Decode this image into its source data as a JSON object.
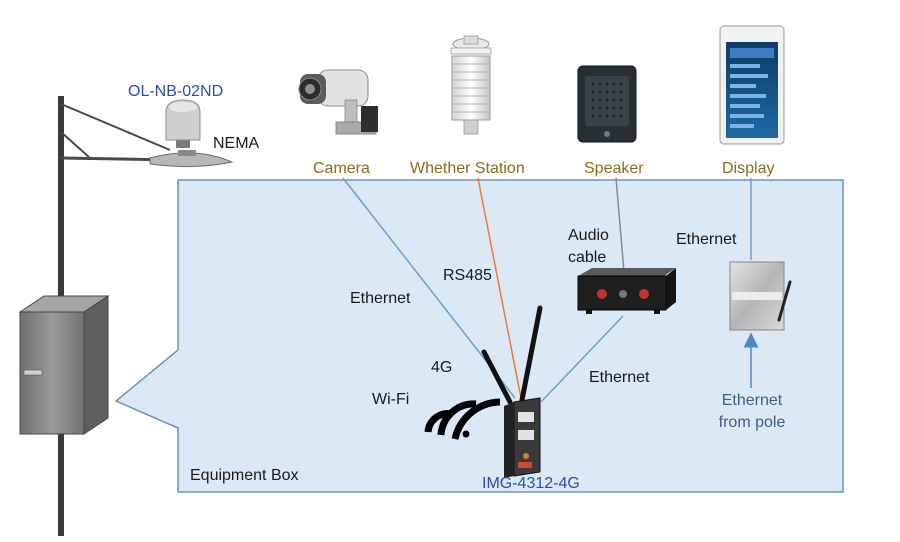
{
  "labels": {
    "model": "OL-NB-02ND",
    "nema": "NEMA",
    "camera": "Camera",
    "weather": "Whether Station",
    "speaker": "Speaker",
    "display": "Display",
    "audio_cable_1": "Audio",
    "audio_cable_2": "cable",
    "ethernet_display": "Ethernet",
    "rs485": "RS485",
    "ethernet_camera": "Ethernet",
    "fourg": "4G",
    "wifi": "Wi-Fi",
    "ethernet_router": "Ethernet",
    "ethernet_pole_1": "Ethernet",
    "ethernet_pole_2": "from pole",
    "equipment_box": "Equipment Box",
    "router_model": "IMG-4312-4G"
  },
  "colors": {
    "box_fill": "#dbe8f6",
    "box_border": "#6e90b8",
    "line_blue": "#6a9fd4",
    "line_orange": "#ef7a35",
    "line_gray": "#8a8a8a",
    "label_gold": "#8a6b1a",
    "label_blue": "#2a4fa8"
  }
}
